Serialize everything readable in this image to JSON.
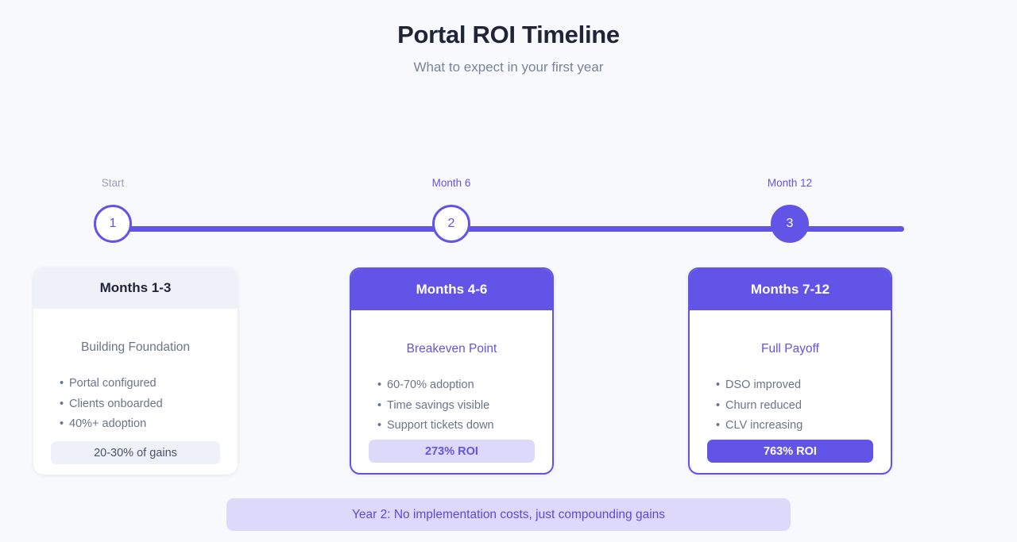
{
  "header": {
    "title": "Portal ROI Timeline",
    "subtitle": "What to expect in your first year"
  },
  "colors": {
    "accent": "#6354e8",
    "accent_soft": "#ddd9fa",
    "background": "#f8f9fc",
    "header_gray": "#eef1f7",
    "text_dark": "#1f2439",
    "text_muted": "#6b7589"
  },
  "timeline": {
    "nodes": [
      {
        "label": "Start",
        "number": "1",
        "style": "hollow",
        "label_style": "muted"
      },
      {
        "label": "Month 6",
        "number": "2",
        "style": "hollow",
        "label_style": "accent"
      },
      {
        "label": "Month 12",
        "number": "3",
        "style": "filled",
        "label_style": "accent"
      }
    ]
  },
  "cards": [
    {
      "header": "Months 1-3",
      "subtitle": "Building Foundation",
      "bullets": [
        "Portal configured",
        "Clients onboarded",
        "40%+ adoption"
      ],
      "badge": "20-30% of gains",
      "variant": "plain"
    },
    {
      "header": "Months 4-6",
      "subtitle": "Breakeven Point",
      "bullets": [
        "60-70% adoption",
        "Time savings visible",
        "Support tickets down"
      ],
      "badge": "273% ROI",
      "variant": "accent-soft"
    },
    {
      "header": "Months 7-12",
      "subtitle": "Full Payoff",
      "bullets": [
        "DSO improved",
        "Churn reduced",
        "CLV increasing"
      ],
      "badge": "763% ROI",
      "variant": "accent-solid"
    }
  ],
  "footer": {
    "note": "Year 2: No implementation costs, just compounding gains"
  }
}
